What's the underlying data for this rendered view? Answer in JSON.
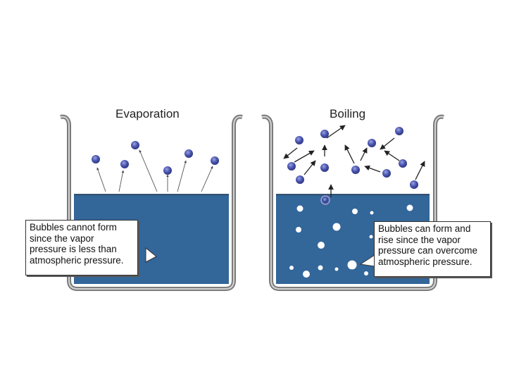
{
  "panels": [
    {
      "title": "Evaporation",
      "callout": "Bubbles cannot form\nsince the vapor\npressure is less than\natmospheric pressure."
    },
    {
      "title": "Boiling",
      "callout": "Bubbles can form and\nrise since the vapor\npressure can overcome\natmospheric pressure."
    }
  ],
  "colors": {
    "liquid": "#336699",
    "beaker_outer": "#777777",
    "beaker_inner": "#c9c9c9",
    "molecule": "#4a56b0",
    "molecule_highlight": "#8a93d6",
    "bubble": "#ffffff",
    "arrow": "#222222"
  }
}
